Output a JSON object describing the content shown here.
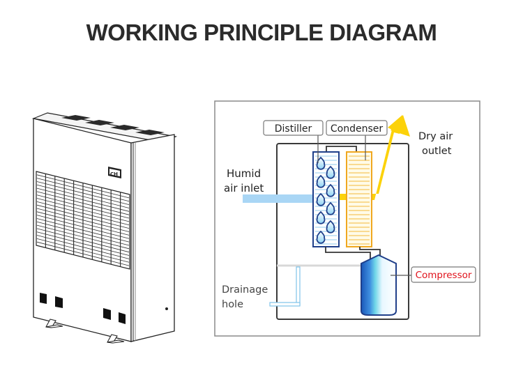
{
  "title": "WORKING PRINCIPLE DIAGRAM",
  "product": {
    "name": "industrial-dehumidifier",
    "logo_text": "CH"
  },
  "diagram": {
    "labels": {
      "distiller": "Distiller",
      "condenser": "Condenser",
      "humid_air_line1": "Humid",
      "humid_air_line2": "air inlet",
      "dry_air_line1": "Dry air",
      "dry_air_line2": "outlet",
      "drainage_line1": "Drainage",
      "drainage_line2": "hole",
      "compressor": "Compressor"
    },
    "colors": {
      "humid_air": "#a9d6f5",
      "dry_air": "#fcd20a",
      "distiller_frame": "#1f3f8a",
      "condenser_frame": "#f0a820",
      "compressor_label": "#e0121b",
      "frame": "#8a8a8a",
      "inner_box": "#3a3a3a"
    }
  }
}
